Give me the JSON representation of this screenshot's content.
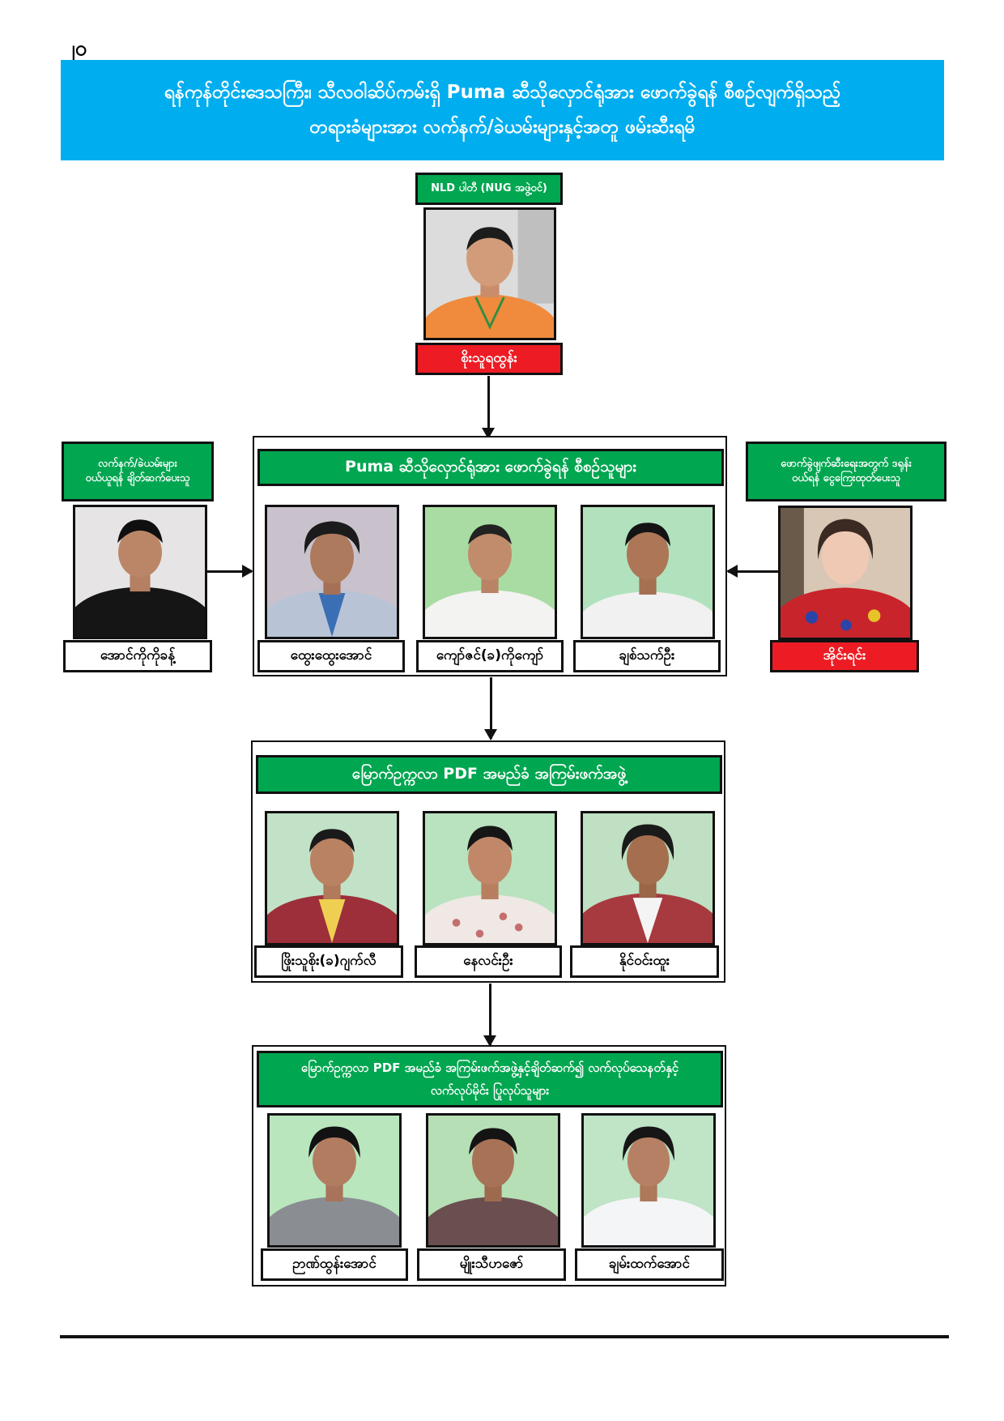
{
  "page": {
    "number": "၂၀"
  },
  "banner": {
    "line1": "ရန်ကုန်တိုင်းဒေသကြီး၊ သီလဝါဆိပ်ကမ်းရှိ Puma ဆီသိုလှောင်ရုံအား ဖောက်ခွဲရန် စီစဉ်လျက်ရှိသည့်",
    "line2": "တရားခံများအား လက်နက်/ခဲယမ်းများနှင့်အတူ ဖမ်းဆီးရမိ"
  },
  "top_person": {
    "affiliation": "NLD ပါတီ (NUG အဖွဲ့ဝင်)",
    "name": "စိုးသူရထွန်း",
    "status": "wanted",
    "icon": "person-photo-icon"
  },
  "left_person": {
    "role": "လက်နက်/ခဲယမ်းများ\nဝယ်ယူရန် ချိတ်ဆက်ပေးသူ",
    "name": "အောင်ကိုကိုခန့်"
  },
  "right_person": {
    "role": "ဖောက်ခွဲဖျက်ဆီးရေးအတွက် ဒရုန်း\nဝယ်ရန် ငွေကြေးထုတ်ပေးသူ",
    "name": "အိုင်းရင်း",
    "status": "wanted"
  },
  "group_planners": {
    "title": "Puma ဆီသိုလှောင်ရုံအား ဖောက်ခွဲရန် စီစဉ်သူများ",
    "members": [
      {
        "name": "ထွေးထွေးအောင်"
      },
      {
        "name": "ကျော်ဇင်(ခ)ကိုကျော်"
      },
      {
        "name": "ချစ်သက်ဦး"
      }
    ]
  },
  "group_pdf": {
    "title": "မြောက်ဥက္ကလာ PDF အမည်ခံ အကြမ်းဖက်အဖွဲ့",
    "members": [
      {
        "name": "ဖြိုးသူစိုး(ခ)ဂျက်လီ"
      },
      {
        "name": "နေလင်းဦး"
      },
      {
        "name": "နိုင်ဝင်းထူး"
      }
    ]
  },
  "group_workers": {
    "title_line1": "မြောက်ဥက္ကလာ PDF အမည်ခံ အကြမ်းဖက်အဖွဲ့နှင့်ချိတ်ဆက်၍ လက်လုပ်သေနတ်နှင့်",
    "title_line2": "လက်လုပ်မိုင်း ပြုလုပ်သူများ",
    "members": [
      {
        "name": "ဉာဏ်ထွန်းအောင်"
      },
      {
        "name": "မျိုးသီဟဇော်"
      },
      {
        "name": "ချမ်းထက်အောင်"
      }
    ]
  },
  "colors": {
    "banner_bg": "#00aeef",
    "group_header_green": "#00a650",
    "wanted_red": "#ed1c24",
    "border": "#111111"
  }
}
